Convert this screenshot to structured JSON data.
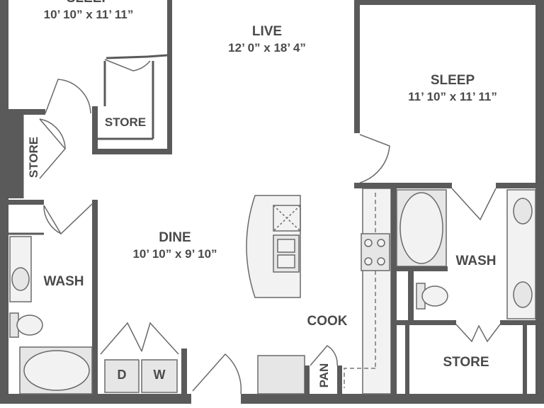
{
  "rooms": {
    "sleep_left": {
      "name": "SLEEP",
      "dims": "10’ 10” x 11’ 11”"
    },
    "live": {
      "name": "LIVE",
      "dims": "12’ 0” x 18’ 4”"
    },
    "sleep_right": {
      "name": "SLEEP",
      "dims": "11’ 10” x 11’ 11”"
    },
    "dine": {
      "name": "DINE",
      "dims": "10’ 10” x 9’ 10”"
    },
    "store_top": {
      "name": "STORE"
    },
    "store_side": {
      "name": "STORE"
    },
    "wash_left": {
      "name": "WASH"
    },
    "wash_right": {
      "name": "WASH"
    },
    "cook": {
      "name": "COOK"
    },
    "store_bottom_right": {
      "name": "STORE"
    },
    "pan": {
      "name": "PAN"
    }
  },
  "appliances": {
    "dryer": "D",
    "washer": "W"
  },
  "colors": {
    "wall": "#5a5a5a",
    "fixture": "#e6e6e6",
    "text": "#4a4a4a"
  }
}
